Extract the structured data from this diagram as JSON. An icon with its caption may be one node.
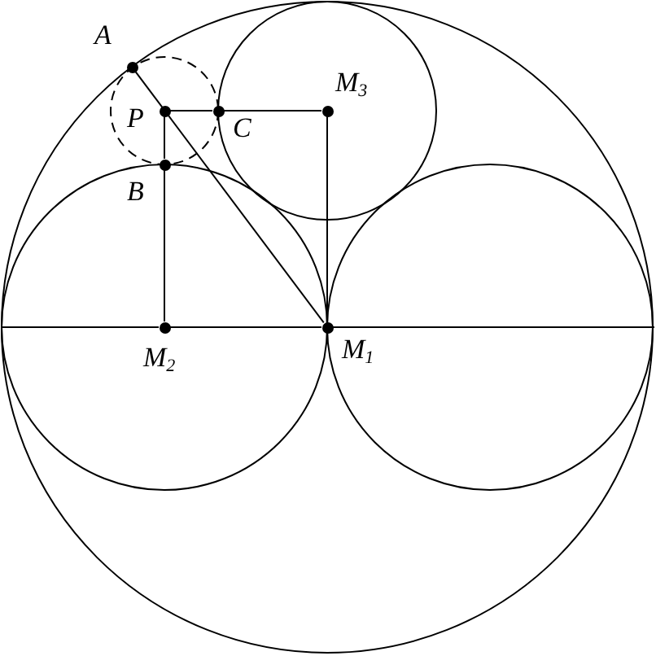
{
  "diagram": {
    "nodes": [
      {
        "text": [
          "A"
        ]
      },
      {
        "text": [
          "P"
        ]
      },
      {
        "text": [
          "C"
        ]
      },
      {
        "text": [
          "M$_{3}$"
        ]
      },
      {
        "text": [
          "B"
        ]
      },
      {
        "text": [
          "M$_{2}$"
        ]
      },
      {
        "text": [
          "M$_{1}$"
        ]
      }
    ],
    "edges": [
      {
        "from": 0,
        "to": 6,
        "arrow": "none"
      },
      {
        "from": 1,
        "to": 2,
        "arrow": "none"
      },
      {
        "from": 2,
        "to": 3,
        "arrow": "none"
      },
      {
        "from": 1,
        "to": 4,
        "arrow": "none"
      },
      {
        "from": 4,
        "to": 5,
        "arrow": "none"
      },
      {
        "from": 3,
        "to": 6,
        "arrow": "none"
      },
      {
        "from": 5,
        "to": 6,
        "arrow": "none"
      }
    ]
  }
}
